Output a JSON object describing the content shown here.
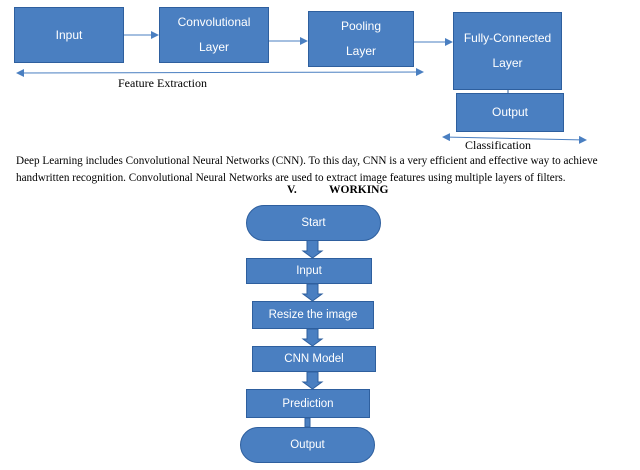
{
  "top_diagram": {
    "input": "Input",
    "conv_line1": "Convolutional",
    "conv_line2": "Layer",
    "pool_line1": "Pooling",
    "pool_line2": "Layer",
    "fc_line1": "Fully-Connected",
    "fc_line2": "Layer",
    "output": "Output",
    "feature_extraction": "Feature Extraction",
    "classification": "Classification"
  },
  "paragraph": "Deep Learning includes Convolutional Neural Networks (CNN). To this day, CNN is a very efficient and effective way to achieve handwritten recognition. Convolutional Neural Networks are used to extract image features using multiple layers of filters.",
  "section": {
    "number": "V.",
    "title": "WORKING"
  },
  "flowchart": {
    "start": "Start",
    "input": "Input",
    "resize": "Resize the image",
    "cnn": "CNN Model",
    "prediction": "Prediction",
    "output": "Output"
  },
  "colors": {
    "box_fill": "#4a7fc1",
    "box_border": "#2e5f9e",
    "arrow": "#4a7fc1"
  }
}
